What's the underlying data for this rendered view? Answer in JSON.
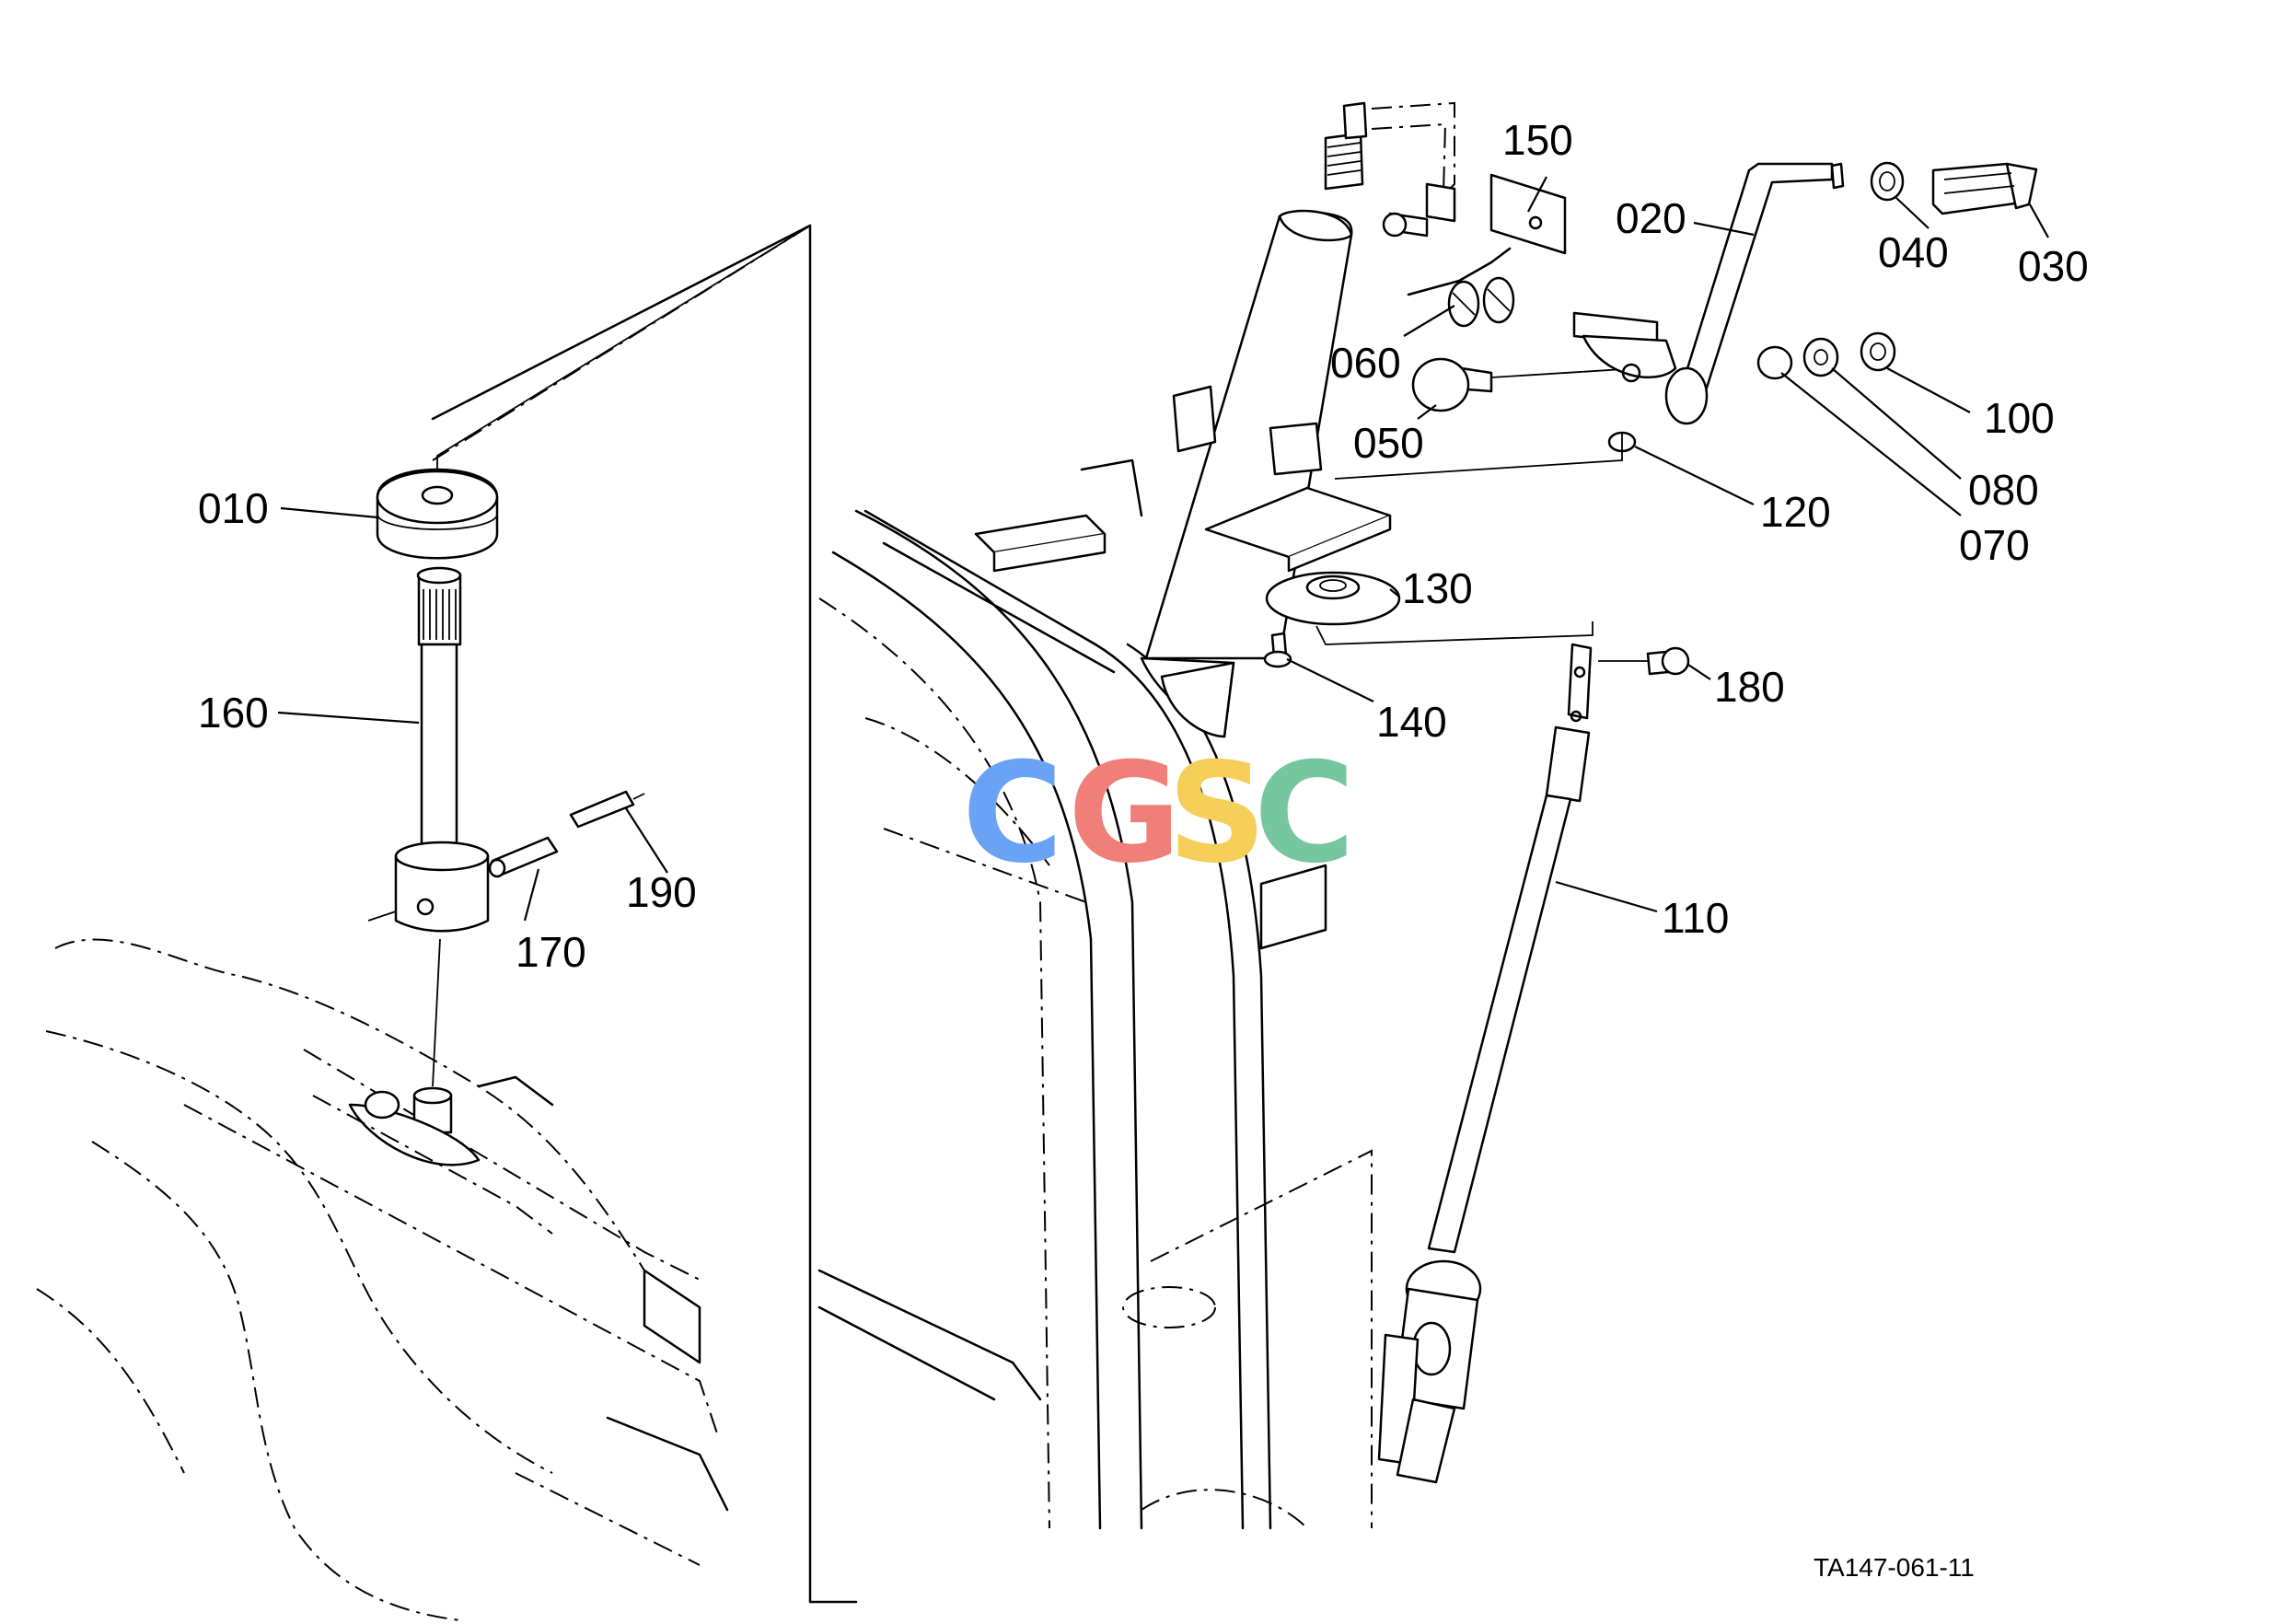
{
  "diagram": {
    "part_labels": {
      "p010": "010",
      "p020": "020",
      "p030": "030",
      "p040": "040",
      "p050": "050",
      "p060": "060",
      "p070": "070",
      "p080": "080",
      "p100": "100",
      "p110": "110",
      "p120": "120",
      "p130": "130",
      "p140": "140",
      "p150": "150",
      "p160": "160",
      "p170": "170",
      "p180": "180",
      "p190": "190"
    },
    "drawing_code": "TA147-061-11",
    "watermark": {
      "letters": [
        "C",
        "G",
        "S",
        "C"
      ],
      "colors": [
        "#6aa2f5",
        "#ef7f78",
        "#f6cf5a",
        "#76c6a0"
      ]
    }
  }
}
